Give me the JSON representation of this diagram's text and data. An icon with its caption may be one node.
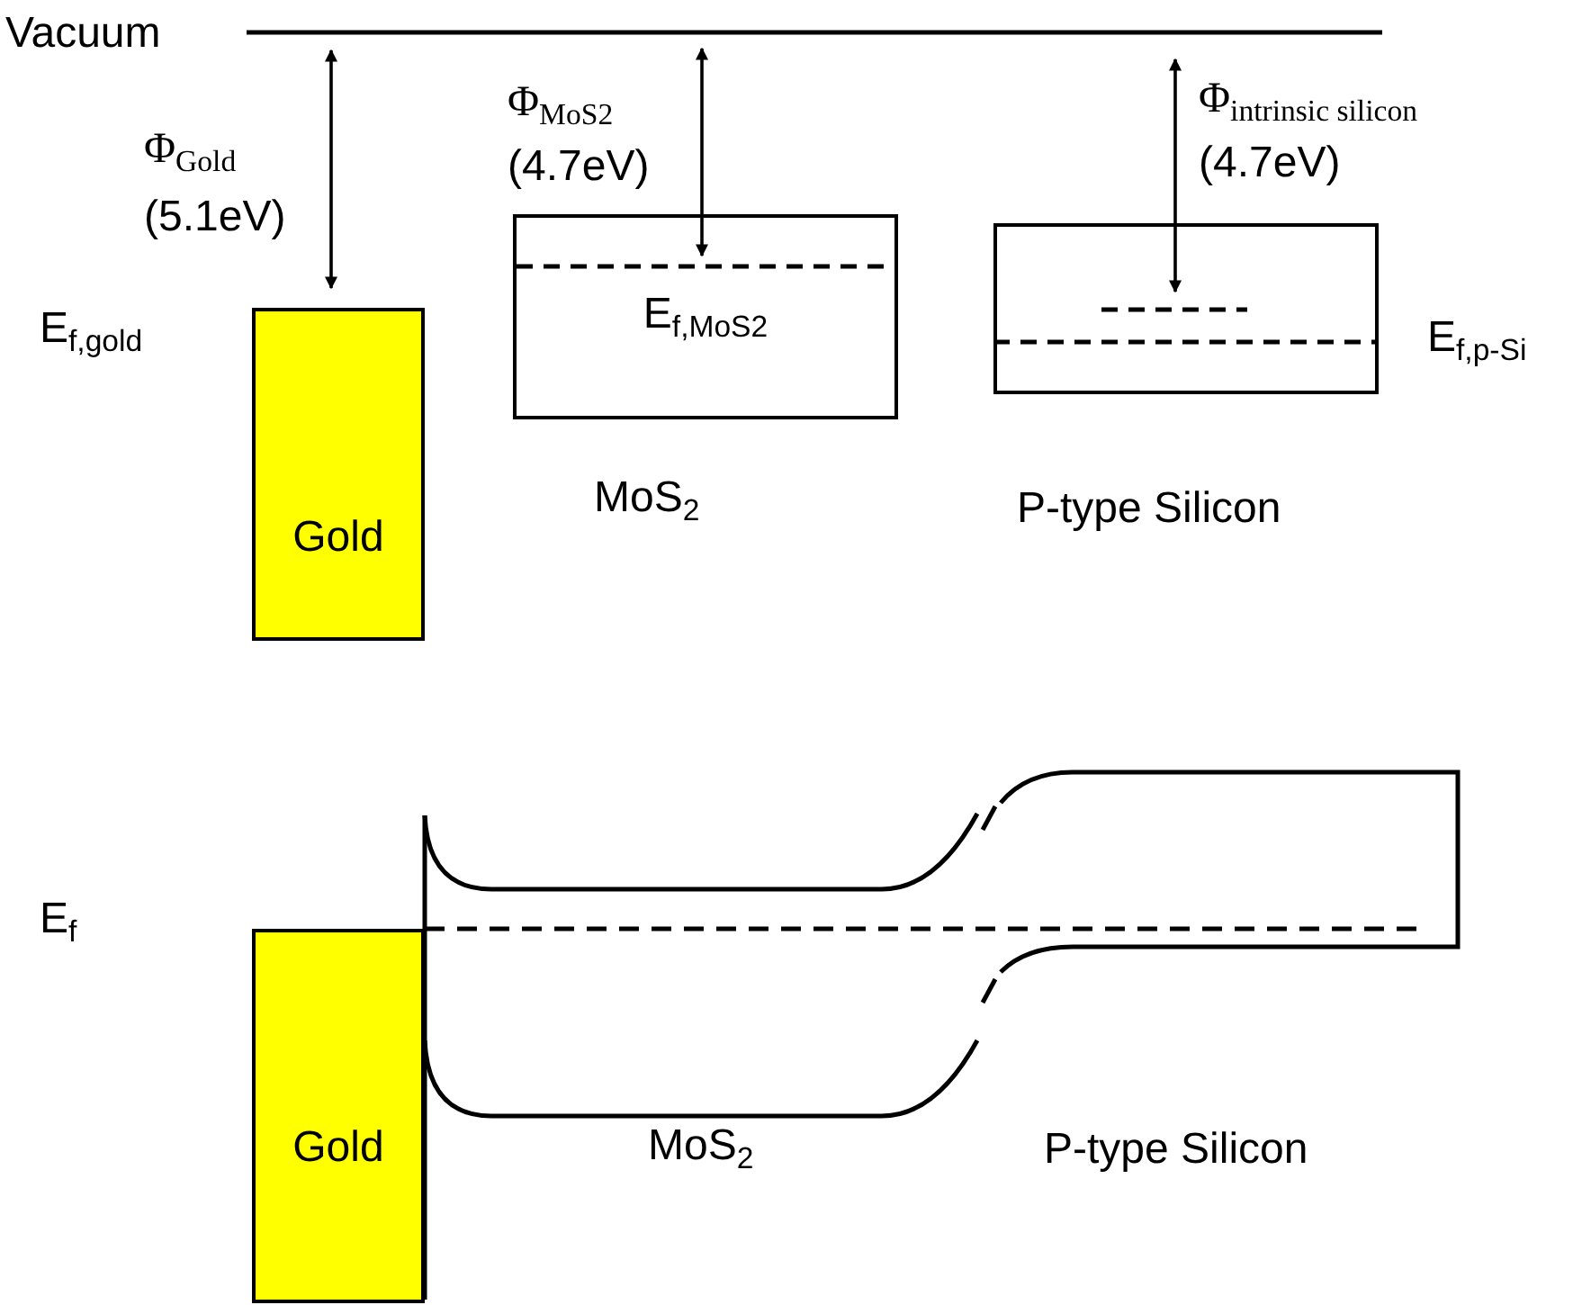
{
  "diagram": {
    "nodes": [
      {
        "text": [
          "Gold"
        ]
      },
      {
        "text": [
          "E$_{f,MoS2}$"
        ]
      },
      {
        "text": [],
        "shape": "box"
      },
      {
        "text": [
          "Gold"
        ]
      }
    ],
    "labels": [
      "Vacuum",
      "Φ$_{Gold}$",
      "(5.1eV)",
      "Φ$_{MoS2}$",
      "(4.7eV)",
      "Φ$_{intrinsic silicon}$",
      "(4.7eV)",
      "E$_{f,gold}$",
      "E$_{f,p-Si}$",
      "MoS$_{2}$",
      "P-type Silicon",
      "E$_{f}$",
      "MoS$_{2}$",
      "P-type Silicon"
    ]
  }
}
